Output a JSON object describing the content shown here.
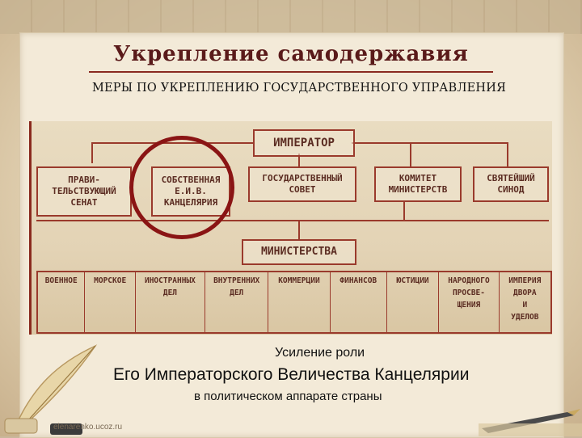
{
  "title": "Укрепление самодержавия",
  "subtitle": "МЕРЫ ПО УКРЕПЛЕНИЮ ГОСУДАРСТВЕННОГО УПРАВЛЕНИЯ",
  "diagram": {
    "emperor": "ИМПЕРАТОР",
    "bodies": [
      "ПРАВИ-\nТЕЛЬСТВУЮЩИЙ\nСЕНАТ",
      "СОБСТВЕННАЯ\nЕ.И.В.\nКАНЦЕЛЯРИЯ",
      "ГОСУДАРСТВЕННЫЙ\nСОВЕТ",
      "КОМИТЕТ\nМИНИСТЕРСТВ",
      "СВЯТЕЙШИЙ\nСИНОД"
    ],
    "ministries_header": "МИНИСТЕРСТВА",
    "ministries": [
      "ВОЕННОЕ",
      "МОРСКОЕ",
      "ИНОСТРАННЫХ\nДЕЛ",
      "ВНУТРЕННИХ\nДЕЛ",
      "КОММЕРЦИИ",
      "ФИНАНСОВ",
      "ЮСТИЦИИ",
      "НАРОДНОГО\nПРОСВЕ-\nЩЕНИЯ",
      "ИМПЕРИЯ\nДВОРА\nИ\nУДЕЛОВ"
    ],
    "highlight_color": "#8a1414"
  },
  "captions": {
    "line1": "Усиление роли",
    "line2": "Его Императорского Величества Канцелярии",
    "line3": "в политическом аппарате страны"
  },
  "website": "elenarenko.ucoz.ru"
}
